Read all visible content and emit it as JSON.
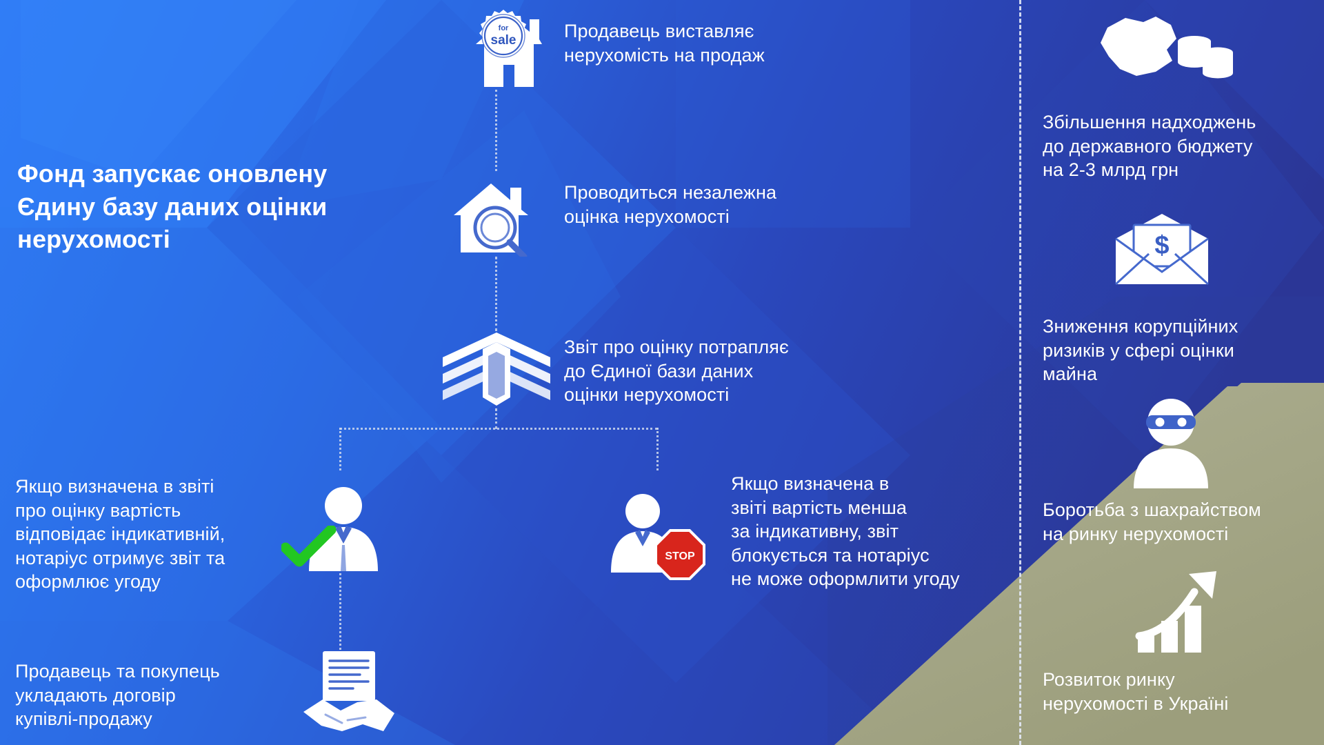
{
  "meta": {
    "language": "uk",
    "colors": {
      "bg_blue_light": "#2b72ef",
      "bg_blue_mid": "#2a5fd8",
      "bg_blue_dark": "#2b3fb0",
      "bg_blue_deep": "#283593",
      "khaki": "#a6a886",
      "white": "#ffffff",
      "check_green": "#22c722",
      "stop_red": "#d8251c",
      "dotted_line": "#cfd9ee"
    }
  },
  "title": {
    "text": "Фонд запускає оновлену\nЄдину базу даних оцінки\nнерухомості"
  },
  "flow": {
    "steps": [
      {
        "id": "step-1",
        "icon": "house-for-sale-icon",
        "icon_badge_text_small": "for",
        "icon_badge_text_large": "sale",
        "text": "Продавець виставляє\nнерухомість на продаж"
      },
      {
        "id": "step-2",
        "icon": "house-magnifier-icon",
        "text": "Проводиться незалежна\nоцінка нерухомості"
      },
      {
        "id": "step-3",
        "icon": "database-report-icon",
        "text": "Звіт про оцінку потрапляє\nдо Єдиної бази даних\nоцінки нерухомості"
      }
    ],
    "branches": [
      {
        "id": "branch-success",
        "icon": "notary-person-icon",
        "status_icon": "green-check-icon",
        "text": "Якщо визначена в звіті\nпро оцінку вартість\nвідповідає індикативній,\nнотаріус отримує звіт та\nоформлює угоду"
      },
      {
        "id": "branch-blocked",
        "icon": "notary-person-icon",
        "status_icon": "stop-sign-icon",
        "status_label": "STOP",
        "text": "Якщо визначена в\nзвіті вартість  менша\nза індикативну, звіт\nблокується та нотаріус\nне може оформлити угоду"
      }
    ],
    "final": {
      "id": "step-final",
      "icon": "handshake-contract-icon",
      "text": "Продавець та покупець\nукладають договір\nкупівлі-продажу"
    }
  },
  "benefits": {
    "items": [
      {
        "id": "benefit-budget",
        "icon": "ukraine-map-coins-icon",
        "text": "Збільшення надходжень\nдо державного бюджету\nна 2-3 млрд грн"
      },
      {
        "id": "benefit-corruption",
        "icon": "envelope-dollar-icon",
        "text": "Зниження корупційних\nризиків у сфері оцінки\nмайна"
      },
      {
        "id": "benefit-fraud",
        "icon": "masked-thief-icon",
        "text": "Боротьба з шахрайством\nна ринку нерухомості"
      },
      {
        "id": "benefit-growth",
        "icon": "growth-chart-arrow-icon",
        "text": "Розвиток ринку\nнерухомості в Україні"
      }
    ]
  }
}
